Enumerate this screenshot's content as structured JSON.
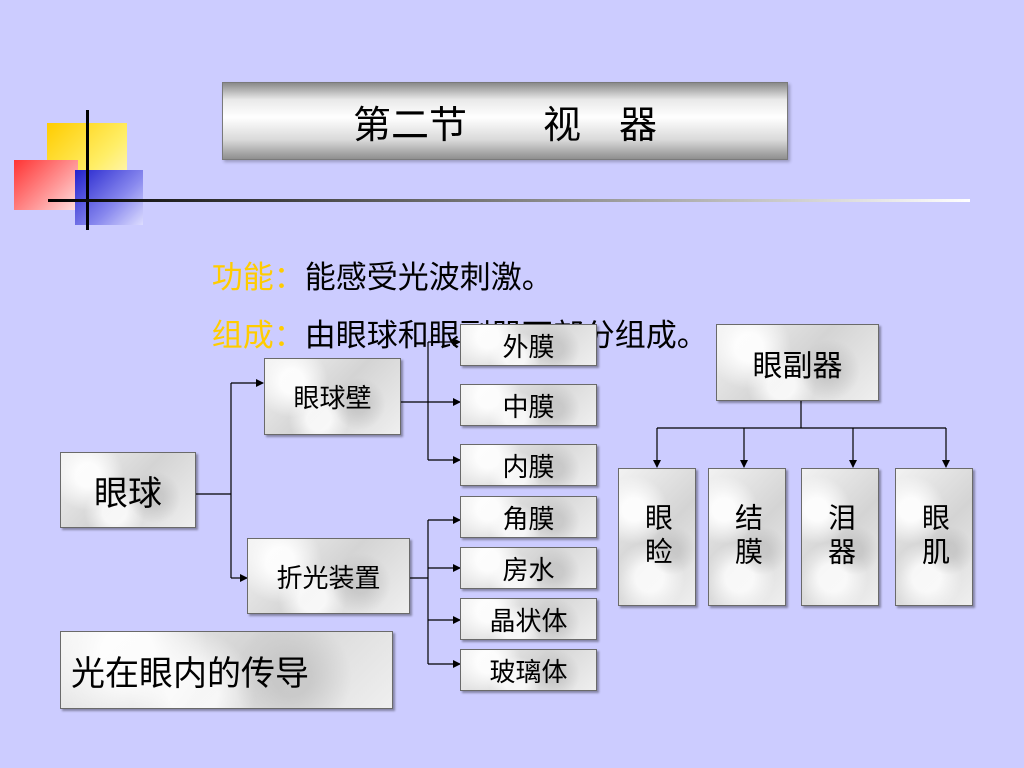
{
  "title": "第二节　　视　器",
  "function_line": {
    "label": "功能：",
    "text": "能感受光波刺激。"
  },
  "composition_line": {
    "label": "组成：",
    "text": "由眼球和眼副器两部分组成。"
  },
  "eyeball": "眼球",
  "eyeball_wall": "眼球壁",
  "wall_layers": [
    "外膜",
    "中膜",
    "内膜"
  ],
  "refractive": "折光装置",
  "refractive_parts": [
    "角膜",
    "房水",
    "晶状体",
    "玻璃体"
  ],
  "accessory": "眼副器",
  "accessory_parts": [
    "眼睑",
    "结膜",
    "泪器",
    "眼肌"
  ],
  "light_conduction": "光在眼内的传导",
  "colors": {
    "background": "#ccccff",
    "label": "#ffcc00"
  }
}
